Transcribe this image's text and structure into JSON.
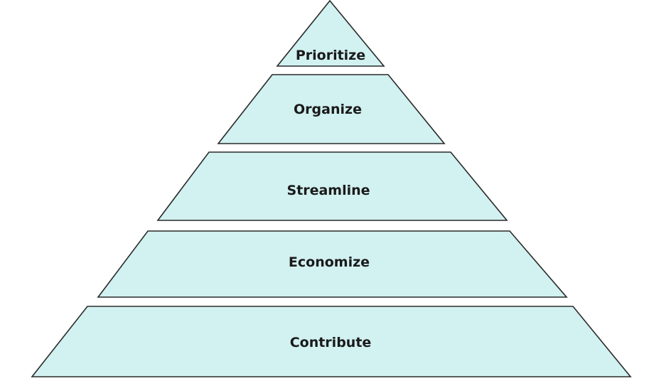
{
  "diagram": {
    "type": "pyramid",
    "fill_color": "#d2f1f1",
    "stroke_color": "#2a2a2a",
    "tiers": [
      {
        "label": "Prioritize"
      },
      {
        "label": "Organize"
      },
      {
        "label": "Streamline"
      },
      {
        "label": "Economize"
      },
      {
        "label": "Contribute"
      }
    ]
  }
}
